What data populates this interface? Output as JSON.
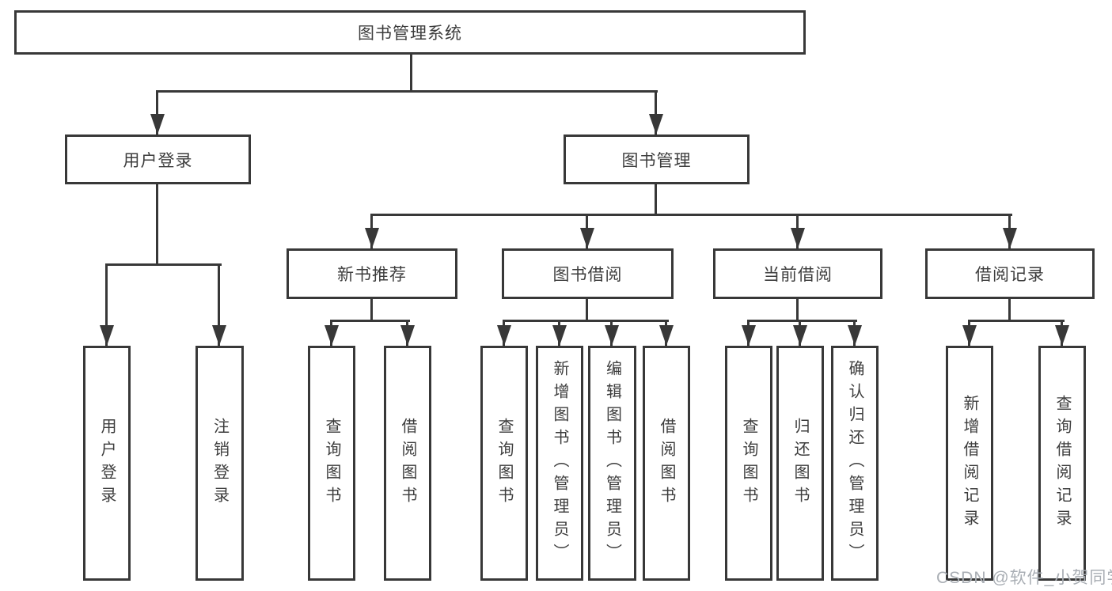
{
  "diagram_title": "图书管理系统",
  "colors": {
    "line": "#383838",
    "text": "#3d3d3d",
    "background": "#ffffff",
    "watermark": "#a9aeb4"
  },
  "nodes": {
    "root": {
      "label": "图书管理系统"
    },
    "level2": [
      {
        "label": "用户登录",
        "parent": "图书管理系统"
      },
      {
        "label": "图书管理",
        "parent": "图书管理系统"
      }
    ],
    "level3": [
      {
        "label": "新书推荐",
        "parent": "图书管理"
      },
      {
        "label": "图书借阅",
        "parent": "图书管理"
      },
      {
        "label": "当前借阅",
        "parent": "图书管理"
      },
      {
        "label": "借阅记录",
        "parent": "图书管理"
      }
    ],
    "leaves": [
      {
        "label": "用户登录",
        "parent": "用户登录"
      },
      {
        "label": "注销登录",
        "parent": "用户登录"
      },
      {
        "label": "查询图书",
        "parent": "新书推荐"
      },
      {
        "label": "借阅图书",
        "parent": "新书推荐"
      },
      {
        "label": "查询图书",
        "parent": "图书借阅"
      },
      {
        "label": "新增图书（管理员）",
        "parent": "图书借阅"
      },
      {
        "label": "编辑图书（管理员）",
        "parent": "图书借阅"
      },
      {
        "label": "借阅图书",
        "parent": "图书借阅"
      },
      {
        "label": "查询图书",
        "parent": "当前借阅"
      },
      {
        "label": "归还图书",
        "parent": "当前借阅"
      },
      {
        "label": "确认归还（管理员）",
        "parent": "当前借阅"
      },
      {
        "label": "新增借阅记录",
        "parent": "借阅记录"
      },
      {
        "label": "查询借阅记录",
        "parent": "借阅记录"
      }
    ]
  },
  "watermark": {
    "text": "CSDN @软件_小贺同学"
  }
}
